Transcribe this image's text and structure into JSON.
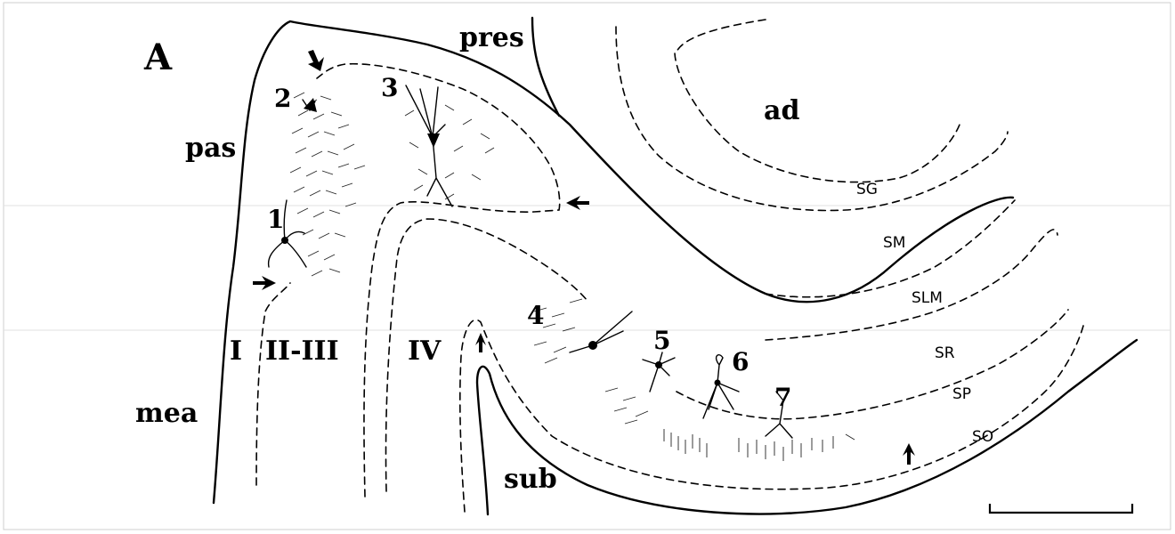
{
  "figure": {
    "panel_label": "A",
    "regions": {
      "pres": "pres",
      "pas": "pas",
      "mea": "mea",
      "sub": "sub",
      "ad": "ad"
    },
    "cortical_layers": {
      "layer_i": "I",
      "layer_ii_iii": "II-III",
      "layer_iv": "IV"
    },
    "hippocampal_layers": {
      "sg": "SG",
      "sm": "SM",
      "slm": "SLM",
      "sr": "SR",
      "sp": "SP",
      "so": "SO"
    },
    "cells": [
      "1",
      "2",
      "3",
      "4",
      "5",
      "6",
      "7"
    ]
  }
}
